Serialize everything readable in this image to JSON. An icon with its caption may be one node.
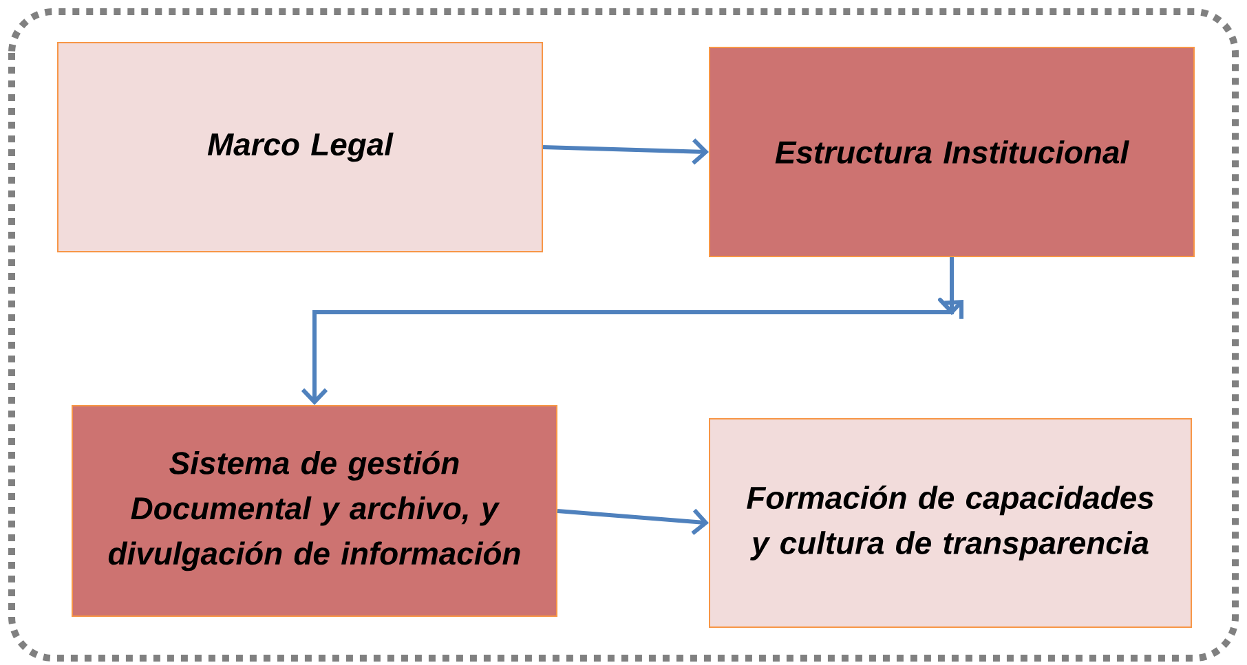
{
  "diagram": {
    "nodes": [
      {
        "text": [
          "Marco Legal"
        ]
      },
      {
        "text": [
          "Estructura Institucional"
        ]
      },
      {
        "text": [
          "Sistema de gestión Documental y archivo, y divulgación de información"
        ]
      },
      {
        "text": [
          "Formación de capacidades y cultura de transparencia"
        ]
      }
    ],
    "edges": [
      {
        "from": 0,
        "to": 1,
        "arrow": "to"
      },
      {
        "from": 1,
        "to": 2,
        "arrow": "to"
      },
      {
        "from": 2,
        "to": 3,
        "arrow": "to"
      }
    ]
  }
}
